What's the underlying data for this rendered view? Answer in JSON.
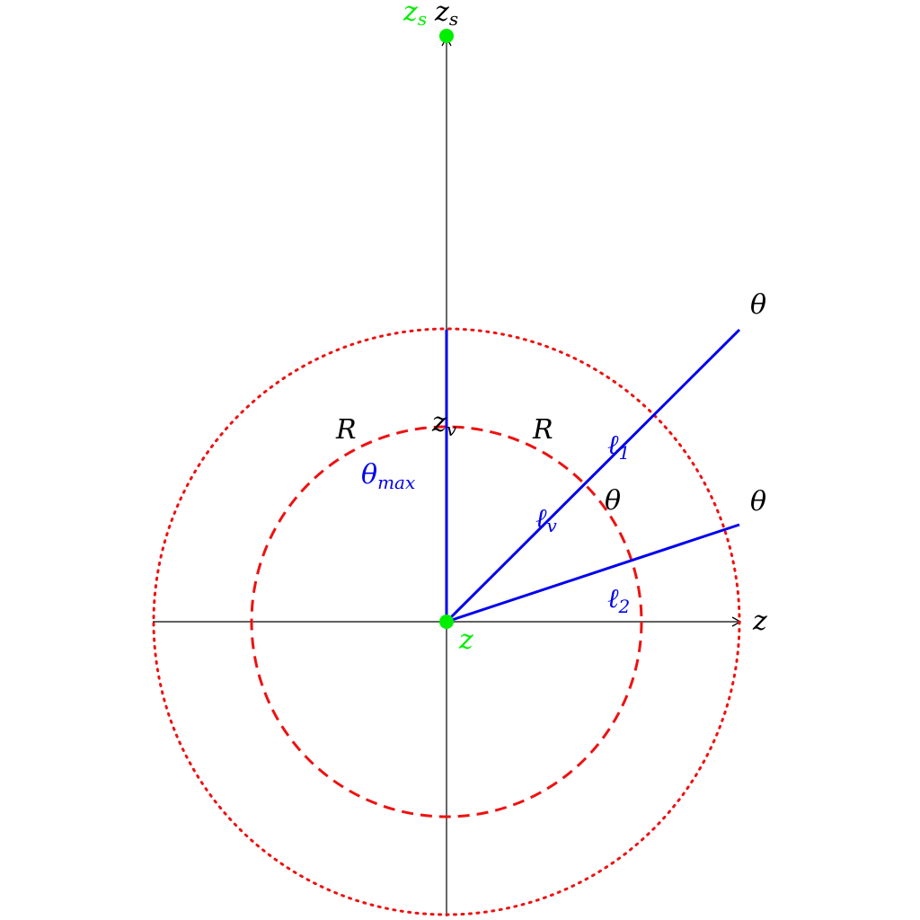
{
  "labels": {
    "source_green": "z",
    "source_green_sub": "s",
    "source_black": "z",
    "source_black_sub": "s",
    "vertex": "z",
    "vertex_sub": "v",
    "radius_left": "R",
    "radius_right": "R",
    "theta_max": "θ",
    "theta_max_sub": "max",
    "ell_v": "ℓ",
    "ell_v_sub": "v",
    "ell_1": "ℓ",
    "ell_1_sub": "1",
    "ell_2": "ℓ",
    "ell_2_sub": "2",
    "theta_inner": "θ",
    "theta_ray1": "θ",
    "theta_ray2": "θ",
    "z_axis": "z",
    "origin_z": "z"
  },
  "colors": {
    "axis": "#000000",
    "ray": "#0000ee",
    "inner_circle": "#ee1111",
    "outer_circle": "#ee1111",
    "point": "#00ee00",
    "text_black": "#000000",
    "text_blue": "#0000ee",
    "text_green": "#00ee00"
  }
}
